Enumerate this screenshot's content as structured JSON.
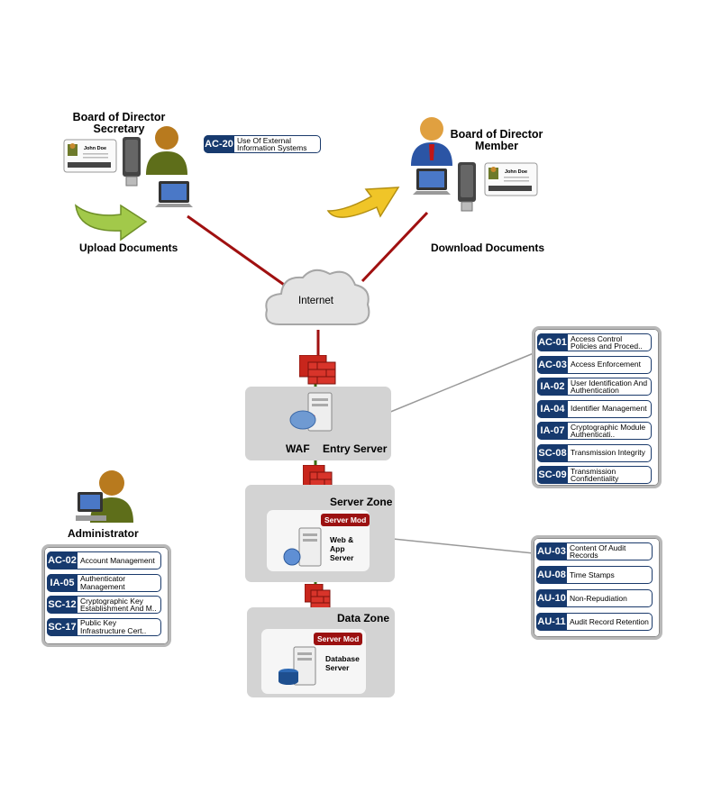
{
  "people": {
    "secretary": {
      "title_line1": "Board of Director",
      "title_line2": "Secretary",
      "action": "Upload Documents",
      "badge_name": "John Doe"
    },
    "member": {
      "title_line1": "Board of Director",
      "title_line2": "Member",
      "action": "Download Documents",
      "badge_name": "John Doe"
    },
    "administrator": {
      "title": "Administrator"
    }
  },
  "external_control": {
    "id": "AC-20",
    "name": "Use Of External Information Systems"
  },
  "internet": {
    "label": "Internet"
  },
  "entry": {
    "waf_label": "WAF",
    "server_label": "Entry Server"
  },
  "server_zone": {
    "title": "Server Zone",
    "tag": "Server Mod",
    "line1": "Web &",
    "line2": "App",
    "line3": "Server"
  },
  "data_zone": {
    "title": "Data Zone",
    "tag": "Server Mod",
    "line1": "Database",
    "line2": "Server"
  },
  "entry_controls": [
    {
      "id": "AC-01",
      "name": "Access Control Policies and Proced.."
    },
    {
      "id": "AC-03",
      "name": "Access Enforcement"
    },
    {
      "id": "IA-02",
      "name": "User Identification And Authentication"
    },
    {
      "id": "IA-04",
      "name": "Identifier Management"
    },
    {
      "id": "IA-07",
      "name": "Cryptographic Module Authenticati.."
    },
    {
      "id": "SC-08",
      "name": "Transmission Integrity"
    },
    {
      "id": "SC-09",
      "name": "Transmission Confidentiality"
    }
  ],
  "audit_controls": [
    {
      "id": "AU-03",
      "name": "Content Of Audit Records"
    },
    {
      "id": "AU-08",
      "name": "Time Stamps"
    },
    {
      "id": "AU-10",
      "name": "Non-Repudiation"
    },
    {
      "id": "AU-11",
      "name": "Audit Record Retention"
    }
  ],
  "admin_controls": [
    {
      "id": "AC-02",
      "name": "Account Management"
    },
    {
      "id": "IA-05",
      "name": "Authenticator Management"
    },
    {
      "id": "SC-12",
      "name": "Cryptographic Key Establishment And M.."
    },
    {
      "id": "SC-17",
      "name": "Public Key Infrastructure Cert.."
    }
  ]
}
